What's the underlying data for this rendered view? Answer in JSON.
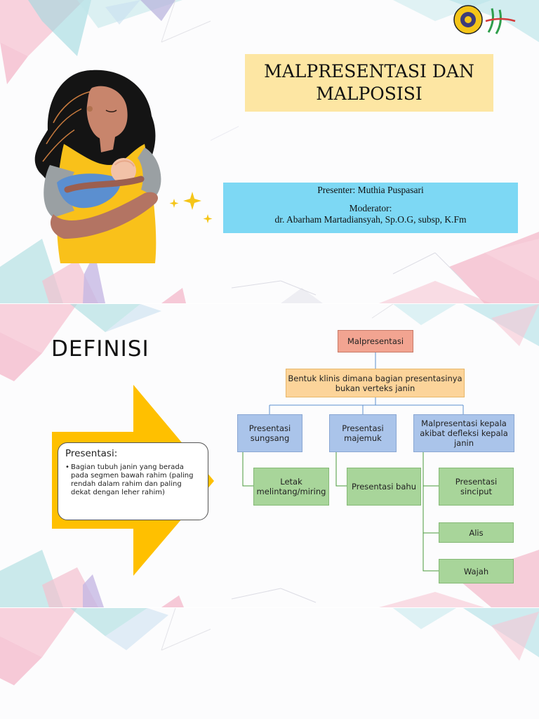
{
  "slide1": {
    "title_line1": "MALPRESENTASI DAN",
    "title_line2": "MALPOSISI",
    "presenter": "Presenter: Muthia Puspasari",
    "moderator_label": "Moderator:",
    "moderator_name": "dr. Abarham Martadiansyah, Sp.O.G, subsp, K.Fm",
    "illustration": "mother-holding-baby-illustration",
    "logos": [
      "university-seal-icon",
      "department-logo-icon"
    ]
  },
  "slide2": {
    "title": "DEFINISI",
    "card": {
      "heading": "Presentasi:",
      "bullet": "Bagian tubuh janin yang berada pada segmen bawah rahim (paling rendah dalam rahim dan paling dekat dengan leher rahim)"
    },
    "diagram": {
      "root": "Malpresentasi",
      "description": "Bentuk klinis dimana bagian presentasinya bukan verteks janin",
      "branches": [
        {
          "label": "Presentasi sungsang",
          "children": [
            "Letak melintang/miring"
          ]
        },
        {
          "label": "Presentasi majemuk",
          "children": [
            "Presentasi  bahu"
          ]
        },
        {
          "label": "Malpresentasi kepala akibat defleksi kepala janin",
          "children": [
            "Presentasi sinciput",
            "Alis",
            "Wajah"
          ]
        }
      ]
    },
    "colors": {
      "arrow": "#ffc000",
      "root": "#f2a491",
      "description": "#fcd49a",
      "branch": "#aac4ea",
      "leaf": "#a8d59a"
    }
  },
  "colors": {
    "title_box": "#fde6a3",
    "info_box": "#7dd8f4"
  }
}
